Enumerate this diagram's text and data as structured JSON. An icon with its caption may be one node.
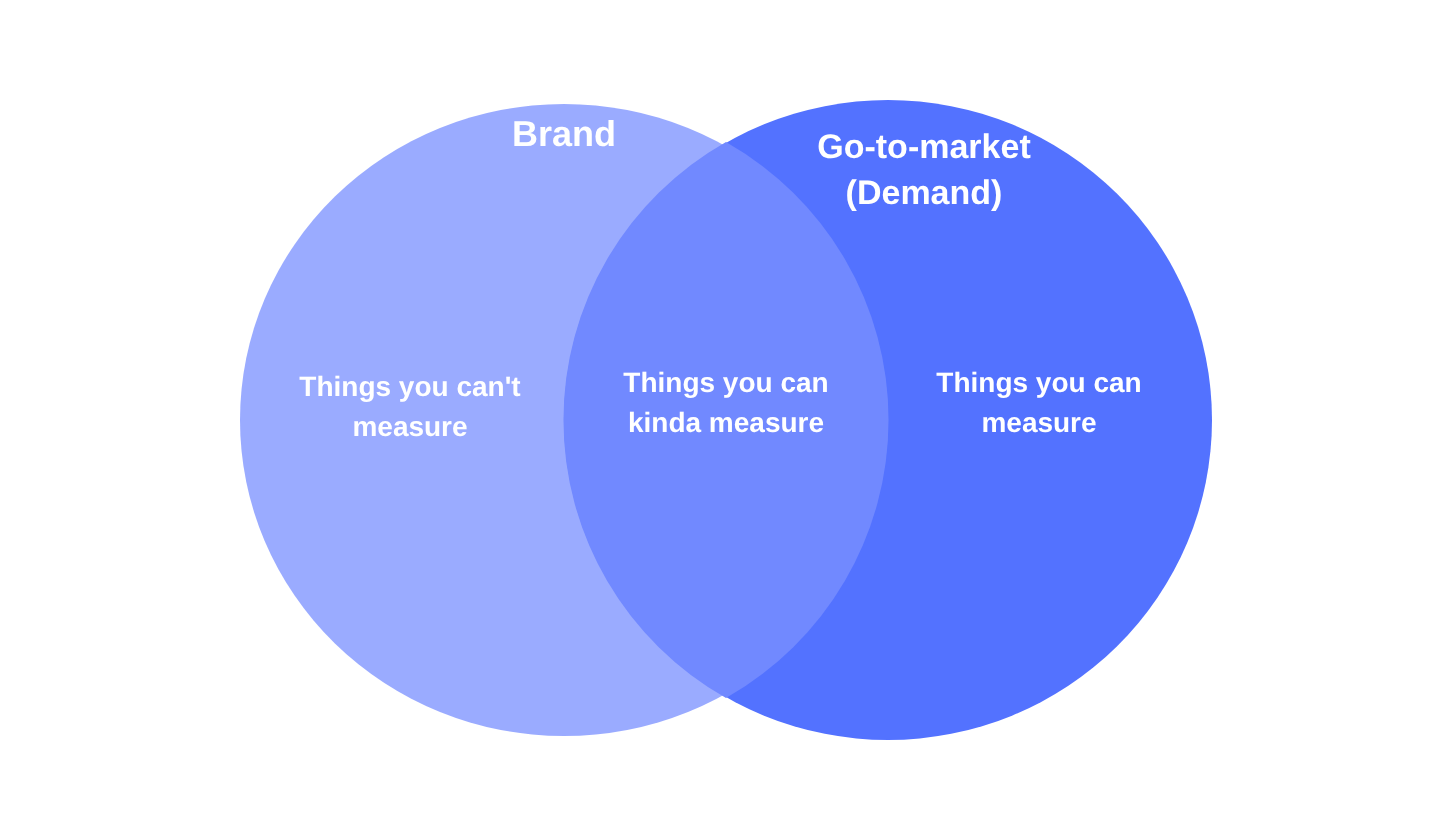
{
  "diagram": {
    "nodes": [
      {
        "text": [
          "Brand",
          "Things you can't measure"
        ]
      },
      {
        "text": [
          "Go-to-market (Demand)",
          "Things you can measure"
        ]
      },
      {
        "text": [
          "Things you can kinda measure"
        ]
      }
    ]
  }
}
